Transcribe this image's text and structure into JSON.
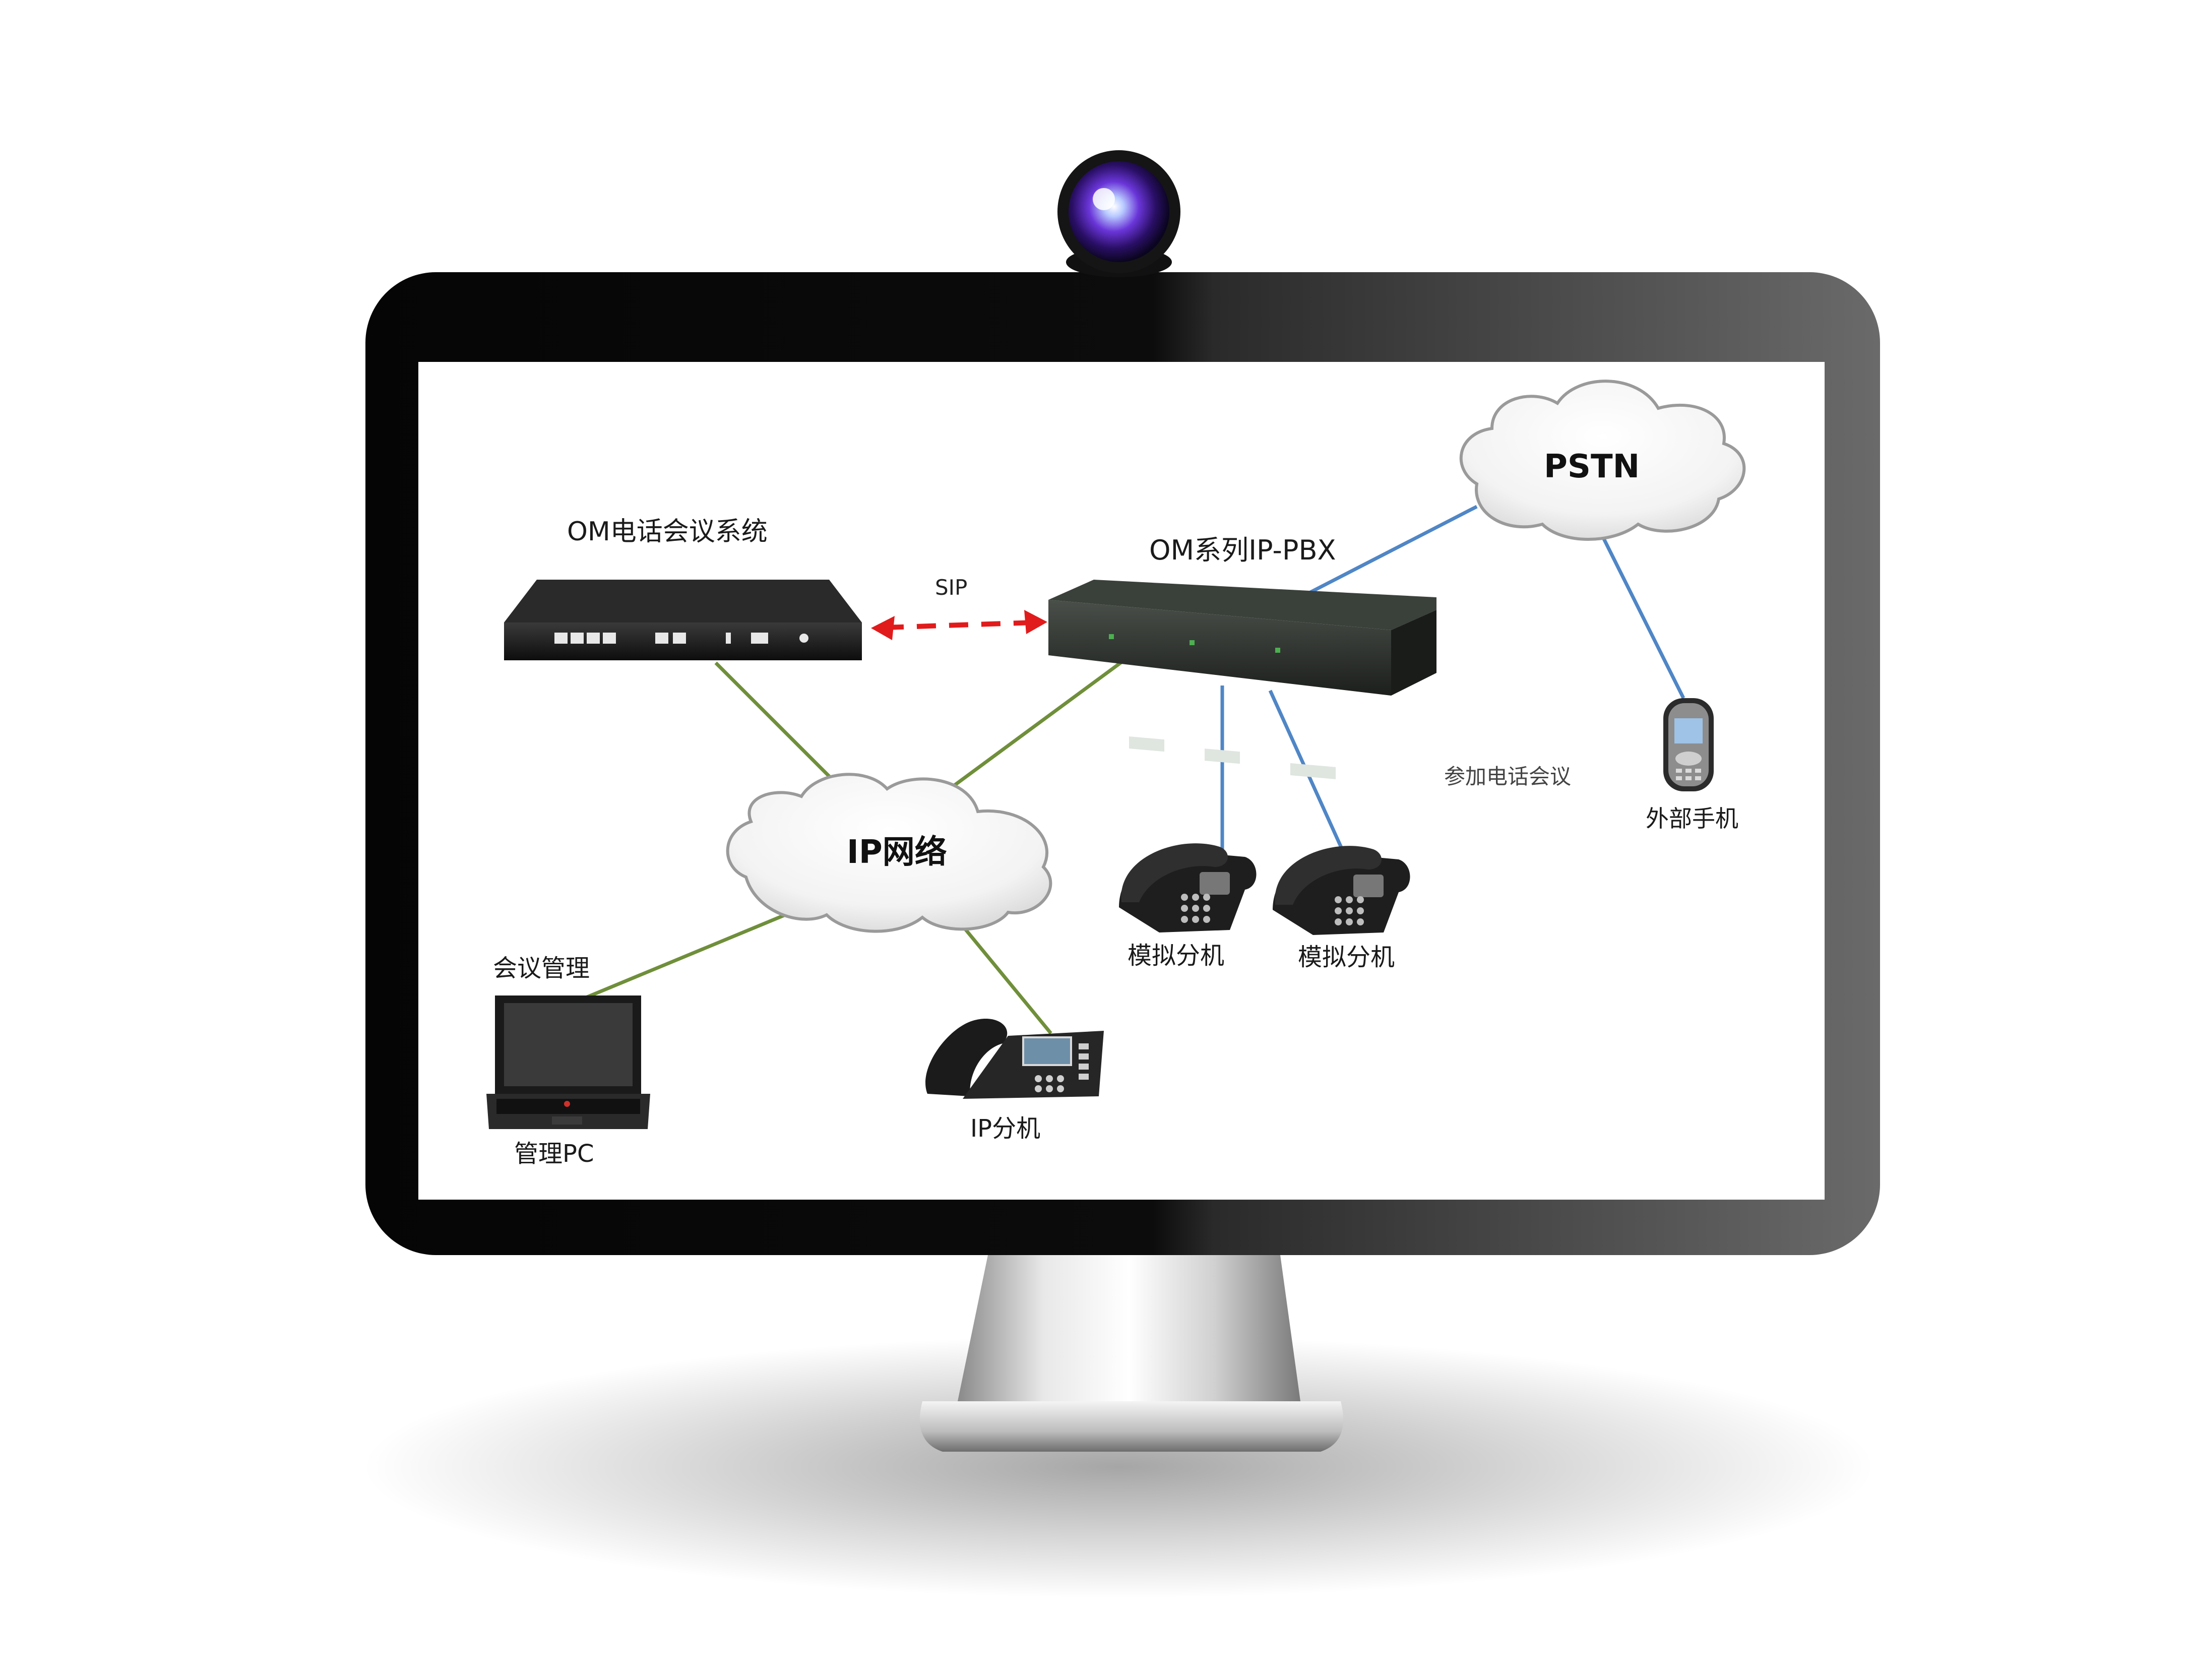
{
  "diagram": {
    "nodes": {
      "conference_system": {
        "label": "OM电话会议系统"
      },
      "ip_pbx": {
        "label": "OM系列IP-PBX"
      },
      "pstn": {
        "label": "PSTN"
      },
      "ip_network": {
        "label": "IP网络"
      },
      "external_mobile": {
        "label": "外部手机"
      },
      "analog_ext_1": {
        "label": "模拟分机"
      },
      "analog_ext_2": {
        "label": "模拟分机"
      },
      "ip_ext": {
        "label": "IP分机"
      },
      "admin_pc": {
        "label": "管理PC",
        "top_label": "会议管理"
      }
    },
    "sip_label": "SIP",
    "join_label": "参加电话会议",
    "edges": [
      {
        "from": "conference_system",
        "to": "ip_pbx",
        "label": "SIP",
        "style": "dashed",
        "color": "#e11b1b"
      },
      {
        "from": "conference_system",
        "to": "ip_network",
        "color": "#6f8f3a"
      },
      {
        "from": "ip_pbx",
        "to": "ip_network",
        "color": "#6f8f3a"
      },
      {
        "from": "ip_network",
        "to": "admin_pc",
        "color": "#6f8f3a"
      },
      {
        "from": "ip_network",
        "to": "ip_ext",
        "color": "#6f8f3a"
      },
      {
        "from": "ip_pbx",
        "to": "pstn",
        "color": "#4f86c6"
      },
      {
        "from": "ip_pbx",
        "to": "analog_ext_1",
        "color": "#4f86c6"
      },
      {
        "from": "ip_pbx",
        "to": "analog_ext_2",
        "color": "#4f86c6"
      },
      {
        "from": "pstn",
        "to": "external_mobile",
        "color": "#4f86c6"
      }
    ]
  },
  "colors": {
    "sip_link": "#e11b1b",
    "ip_link": "#6f8f3a",
    "phone_link": "#4f86c6",
    "bezel": "#0d0d0d",
    "screen": "#ffffff"
  }
}
